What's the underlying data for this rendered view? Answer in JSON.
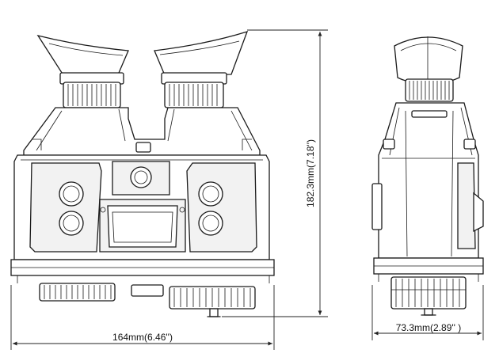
{
  "dimensions": {
    "width_label": "164mm(6.46'')",
    "height_label": "182.3mm(7.18'')",
    "depth_label": "73.3mm(2.89'' )"
  }
}
